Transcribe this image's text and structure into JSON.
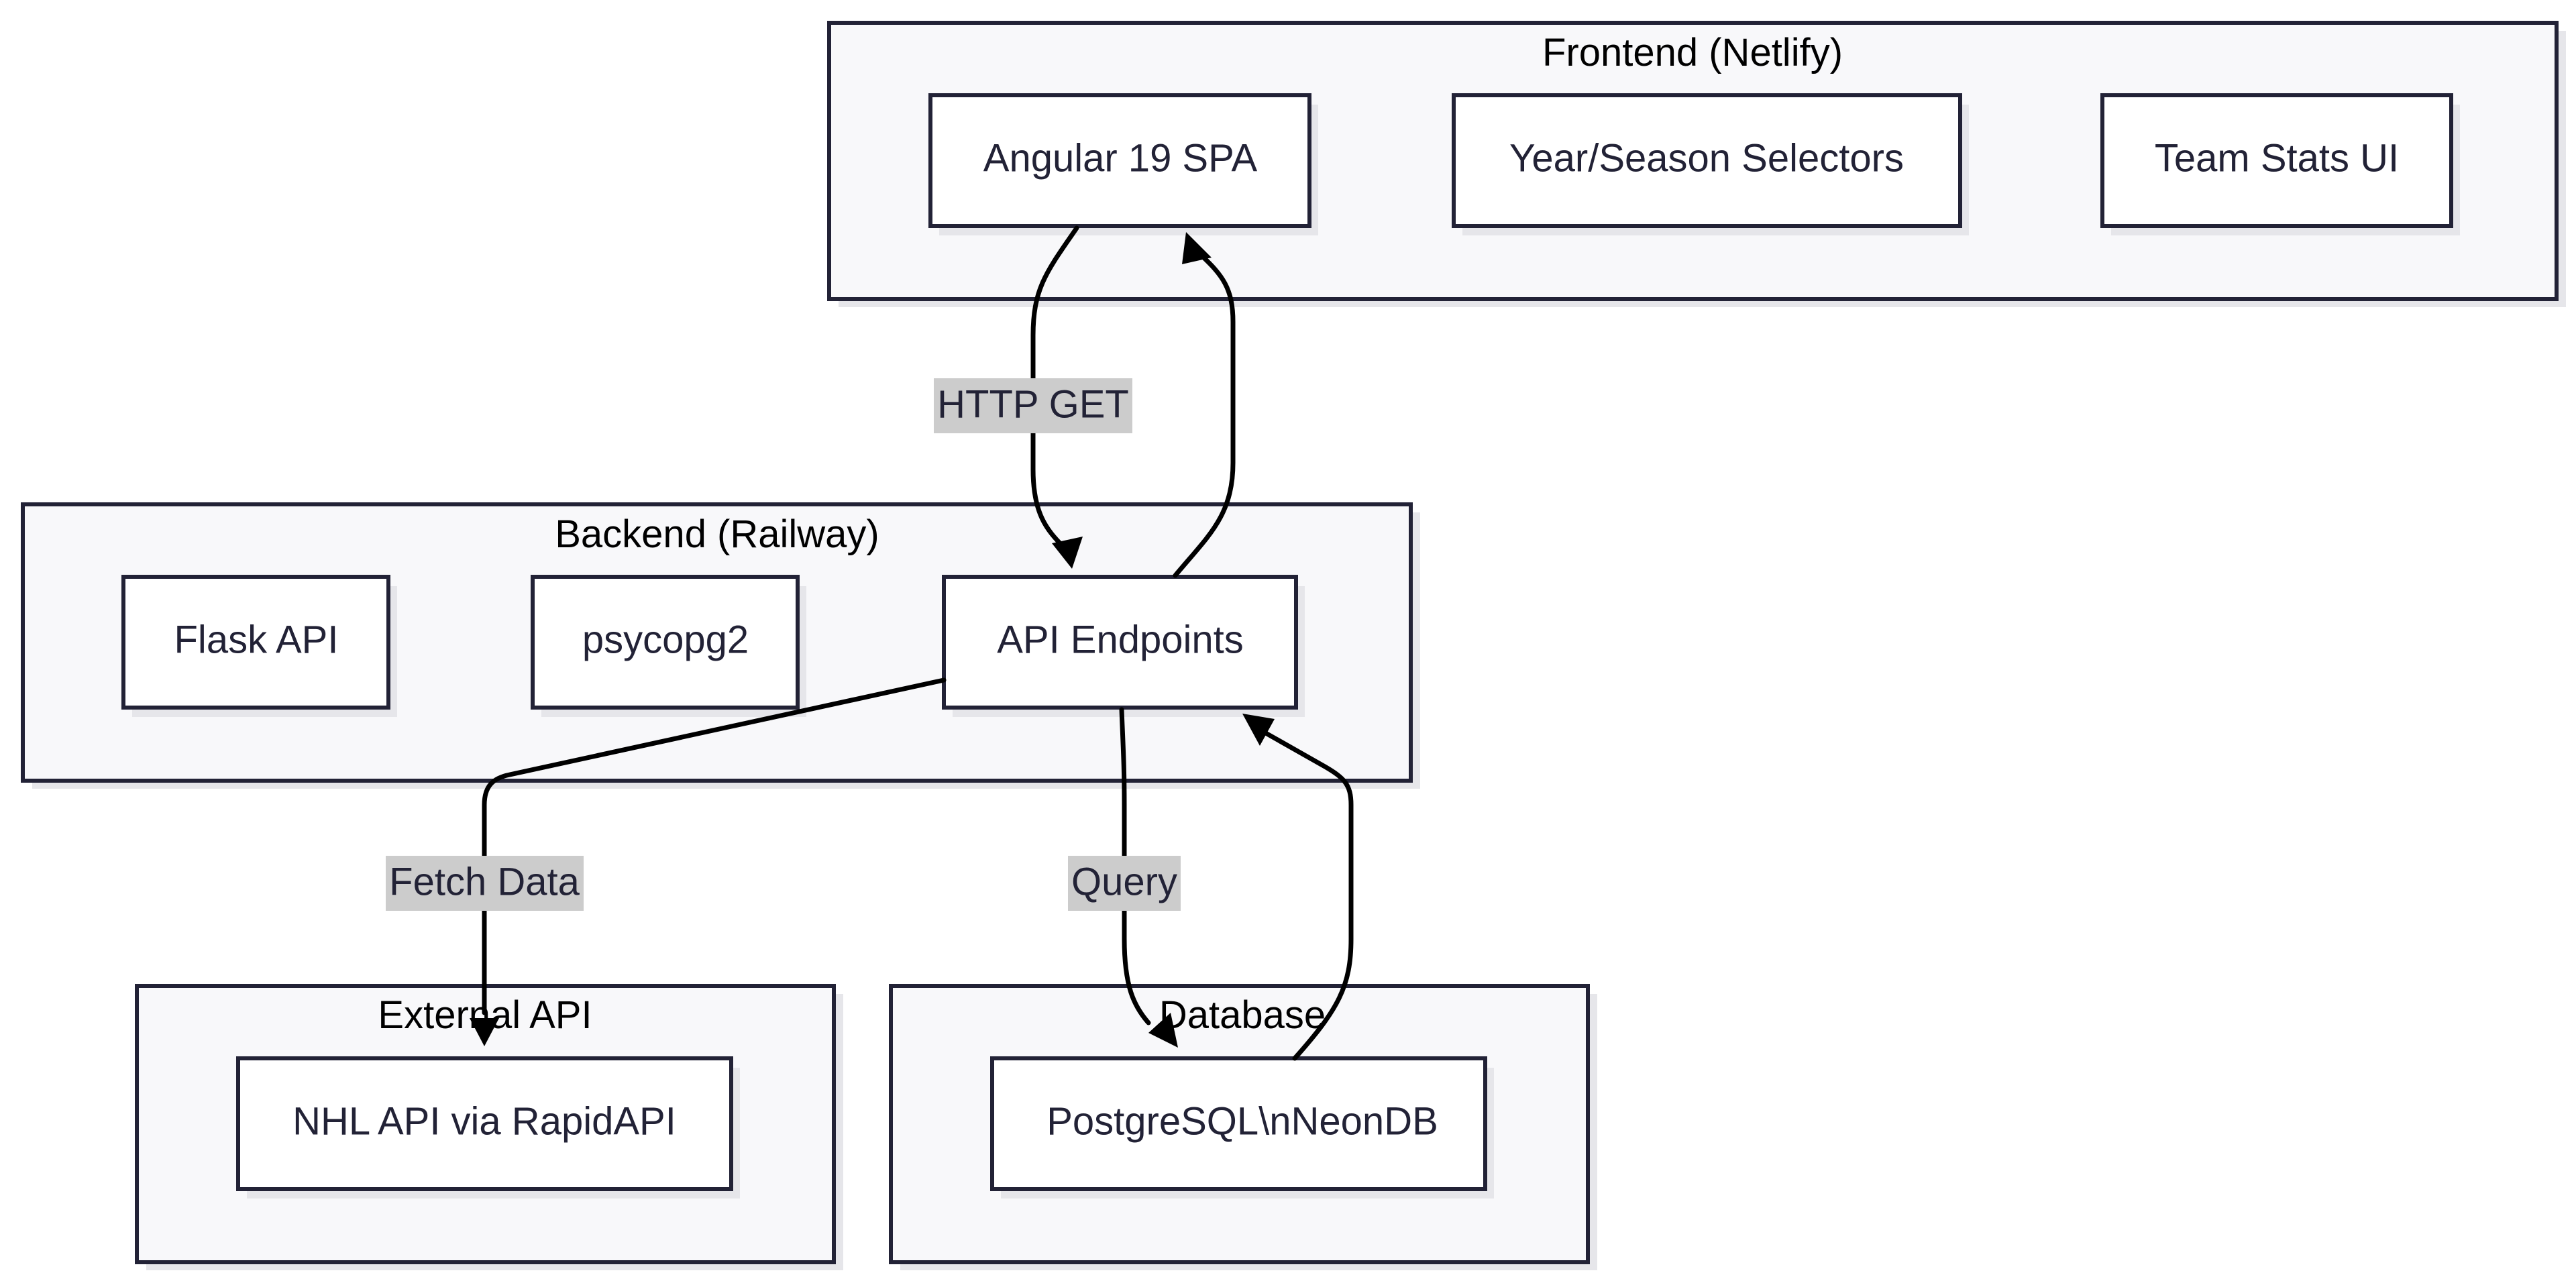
{
  "diagram": {
    "clusters": {
      "frontend": {
        "title": "Frontend (Netlify)"
      },
      "backend": {
        "title": "Backend (Railway)"
      },
      "external": {
        "title": "External API"
      },
      "database": {
        "title": "Database"
      }
    },
    "nodes": {
      "angular": {
        "label": "Angular 19 SPA"
      },
      "selectors": {
        "label": "Year/Season Selectors"
      },
      "team_stats": {
        "label": "Team Stats UI"
      },
      "flask": {
        "label": "Flask API"
      },
      "psycopg": {
        "label": "psycopg2"
      },
      "endpoints": {
        "label": "API Endpoints"
      },
      "nhl": {
        "label": "NHL API via RapidAPI"
      },
      "postgres": {
        "label": "PostgreSQL\\nNeonDB"
      }
    },
    "edges": {
      "http_get": {
        "from": "Angular 19 SPA",
        "to": "API Endpoints",
        "label": "HTTP GET"
      },
      "response": {
        "from": "API Endpoints",
        "to": "Angular 19 SPA",
        "label": ""
      },
      "fetch": {
        "from": "API Endpoints",
        "to": "NHL API via RapidAPI",
        "label": "Fetch Data"
      },
      "query": {
        "from": "API Endpoints",
        "to": "PostgreSQL\\nNeonDB",
        "label": "Query"
      },
      "result": {
        "from": "PostgreSQL\\nNeonDB",
        "to": "API Endpoints",
        "label": ""
      }
    }
  }
}
